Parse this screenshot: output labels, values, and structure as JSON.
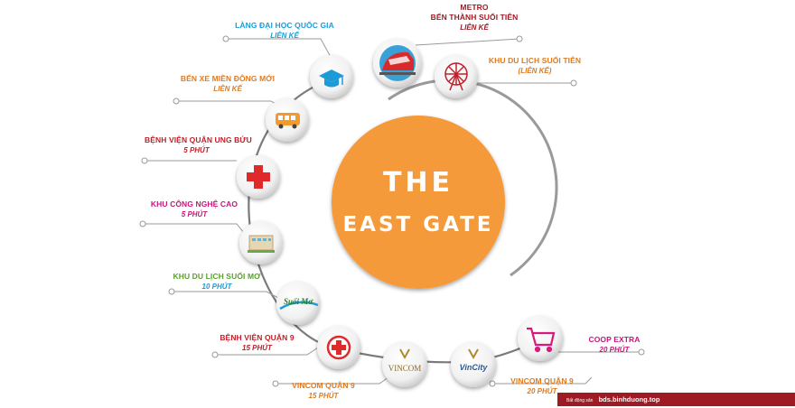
{
  "center": {
    "line1": "THE",
    "line2": "EAST GATE",
    "color": "#f59a3a"
  },
  "nodes": [
    {
      "id": "university",
      "title": "LÀNG ĐẠI HỌC QUỐC GIA",
      "sub": "LIÊN KẾ",
      "title_color": "#1d9bd6",
      "sub_color": "#1d9bd6",
      "icon": "graduation-cap-icon"
    },
    {
      "id": "metro",
      "title": "METRO",
      "title2": "BẾN THÀNH SUỐI TIÊN",
      "sub": "LIÊN KẾ",
      "title_color": "#9e1b24",
      "sub_color": "#9e1b24",
      "icon": "metro-train-icon"
    },
    {
      "id": "suoi-tien",
      "title": "KHU DU LỊCH SUỐI TIÊN",
      "sub": "(LIÊN KẾ)",
      "title_color": "#e07a1f",
      "sub_color": "#e07a1f",
      "icon": "ferris-wheel-icon"
    },
    {
      "id": "bus-station",
      "title": "BẾN XE MIỀN ĐÔNG MỚI",
      "sub": "LIÊN KẾ",
      "title_color": "#e07a1f",
      "sub_color": "#e07a1f",
      "icon": "bus-icon"
    },
    {
      "id": "ung-buu-hospital",
      "title": "BỆNH VIỆN QUẬN UNG BỨU",
      "sub": "5 PHÚT",
      "title_color": "#c0202a",
      "sub_color": "#c0202a",
      "icon": "red-cross-icon"
    },
    {
      "id": "hi-tech-park",
      "title": "KHU CÔNG NGHỆ CAO",
      "sub": "5 PHÚT",
      "title_color": "#c2187a",
      "sub_color": "#c2187a",
      "icon": "building-icon"
    },
    {
      "id": "suoi-mo",
      "title": "KHU DU LỊCH SUỐI MƠ",
      "sub": "10 PHÚT",
      "title_color": "#5aa02c",
      "sub_color": "#1d9bd6",
      "icon": "suoi-mo-logo-icon"
    },
    {
      "id": "district9-hospital",
      "title": "BỆNH VIỆN QUẬN 9",
      "sub": "15 PHÚT",
      "title_color": "#c0202a",
      "sub_color": "#c0202a",
      "icon": "hospital-cross-icon"
    },
    {
      "id": "vincom",
      "title": "VINCOM QUẬN 9",
      "sub": "15 PHÚT",
      "title_color": "#e07a1f",
      "sub_color": "#e07a1f",
      "icon": "vincom-logo-icon"
    },
    {
      "id": "vincity",
      "title": "VINCOM QUẬN 9",
      "sub": "20 PHÚT",
      "title_color": "#e07a1f",
      "sub_color": "#e07a1f",
      "icon": "vincity-logo-icon"
    },
    {
      "id": "coop-extra",
      "title": "COOP EXTRA",
      "sub": "20 PHÚT",
      "title_color": "#c2187a",
      "sub_color": "#c2187a",
      "icon": "shopping-cart-icon"
    }
  ],
  "logo_text": {
    "suoi_mo": "Suối Mơ",
    "vincom": "VINCOM",
    "vincity": "VinCity"
  },
  "footer": {
    "prefix": "Bất động sản",
    "url": "bds.binhduong.top",
    "color": "#9e1b24"
  }
}
